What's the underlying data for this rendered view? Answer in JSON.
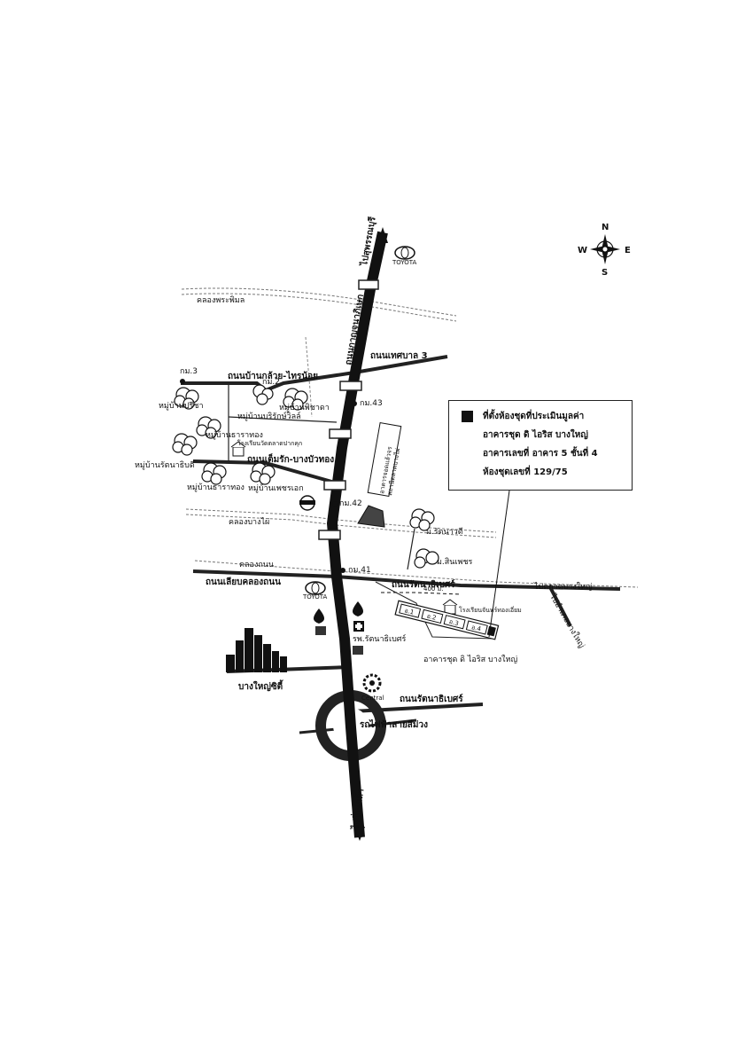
{
  "roads": {
    "main_top": "ไปสุพรรณบุรี",
    "main_name": "ถนนกาญจนาภิเษก",
    "main_bottom": "ไปปิ่นเกล้า",
    "tessaban3": "ถนนเทศบาล 3",
    "ban_kluai": "ถนนบ้านกล้วย-ไทรน้อย",
    "tem_rak": "ถนนเต็มรัก-บางบัวทอง",
    "liap_khlong": "ถนนเลียบคลองถนน",
    "rattanathibet": "ถนนรัตนาธิเบศร์",
    "rattanathibet_2": "ถนนรัตนาธิเบศร์",
    "to_bang_yai": "ไปอำเภอบางใหญ่",
    "to_bang_yai_market": "ไปตลาดบางใหญ่"
  },
  "canals": {
    "phra_phimon": "คลองพระพิมล",
    "bang_phai": "คลองบางไผ่",
    "khlong_thanon": "คลองถนน"
  },
  "km_markers": {
    "km3": "กม.3",
    "km2": "กม.2",
    "km43": "กม.43",
    "km42": "กม.42",
    "km41": "กม.41"
  },
  "villages": {
    "ban_pricha": "หมู่บ้านปรีชา",
    "ban_phisit": "หมู่บ้านพิชาดา",
    "ban_ruang": "หมู่บ้านบริรักษ์วิลล์",
    "ban_tharathong": "หมู่บ้านธาราทอง",
    "ban_rattanathibet": "หมู่บ้านรัตนาธิบดี",
    "ban_tharathong2": "หมู่บ้านธาราทอง",
    "ban_phetcharat": "หมู่บ้านเพชรเอก",
    "m_rattanawadi": "ม.รัตนาวดี",
    "m_sinphet": "ม.สินเพชร"
  },
  "places": {
    "school_wat": "โรงเรียนวัดตลาดปากคุก",
    "station_vertical": "สถานีตลาดบางไผ่",
    "parking_vertical": "อาคารจอดแล้วจร",
    "hospital": "รพ.รัตนาธิเบศร์",
    "school_bang_yai": "โรงเรียนจันทร์ทองเอี่ยม",
    "city": "บางใหญ่ซิตี้",
    "train": "รถไฟฟ้าสายสีม่วง",
    "central": "Central",
    "toyota": "TOYOTA",
    "condo": "อาคารชุด ดิ ไอริส บางใหญ่",
    "dist": "400 ม."
  },
  "buildings": [
    "อ.1",
    "อ.2",
    "อ.3",
    "อ.4"
  ],
  "compass": {
    "n": "N",
    "s": "S",
    "e": "E",
    "w": "W"
  },
  "legend": {
    "line1": "ที่ตั้งห้องชุดที่ประเมินมูลค่า",
    "line2": "อาคารชุด ดิ ไอริส บางใหญ่",
    "line3": "อาคารเลขที่ อาคาร 5   ชั้นที่ 4",
    "line4": "ห้องชุดเลขที่ 129/75"
  }
}
